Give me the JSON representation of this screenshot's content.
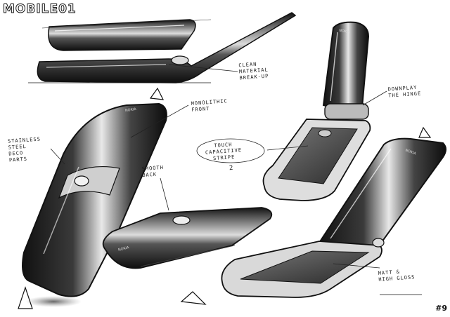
{
  "watermark": {
    "text": "MOBILE01"
  },
  "page_number": "#9",
  "annotations": {
    "clean_material": [
      "CLEAN",
      "MATERIAL",
      "BREAK-UP"
    ],
    "monolithic_front": [
      "MONOLITHIC",
      "FRONT"
    ],
    "downplay_hinge": [
      "DOWNPLAY",
      "THE HINGE"
    ],
    "stainless_steel": [
      "STAINLESS",
      "STEEL",
      "DECO",
      "PARTS"
    ],
    "touch_strip": [
      "TOUCH",
      "CAPACITIVE",
      "STRIPE"
    ],
    "touch_strip_number": "2",
    "smooth_back": [
      "SMOOTH",
      "BACK"
    ],
    "matt_high_gloss": [
      "MATT &",
      "HIGH GLOSS"
    ]
  },
  "brand_marks": {
    "phone_logo": "NOKIA"
  }
}
